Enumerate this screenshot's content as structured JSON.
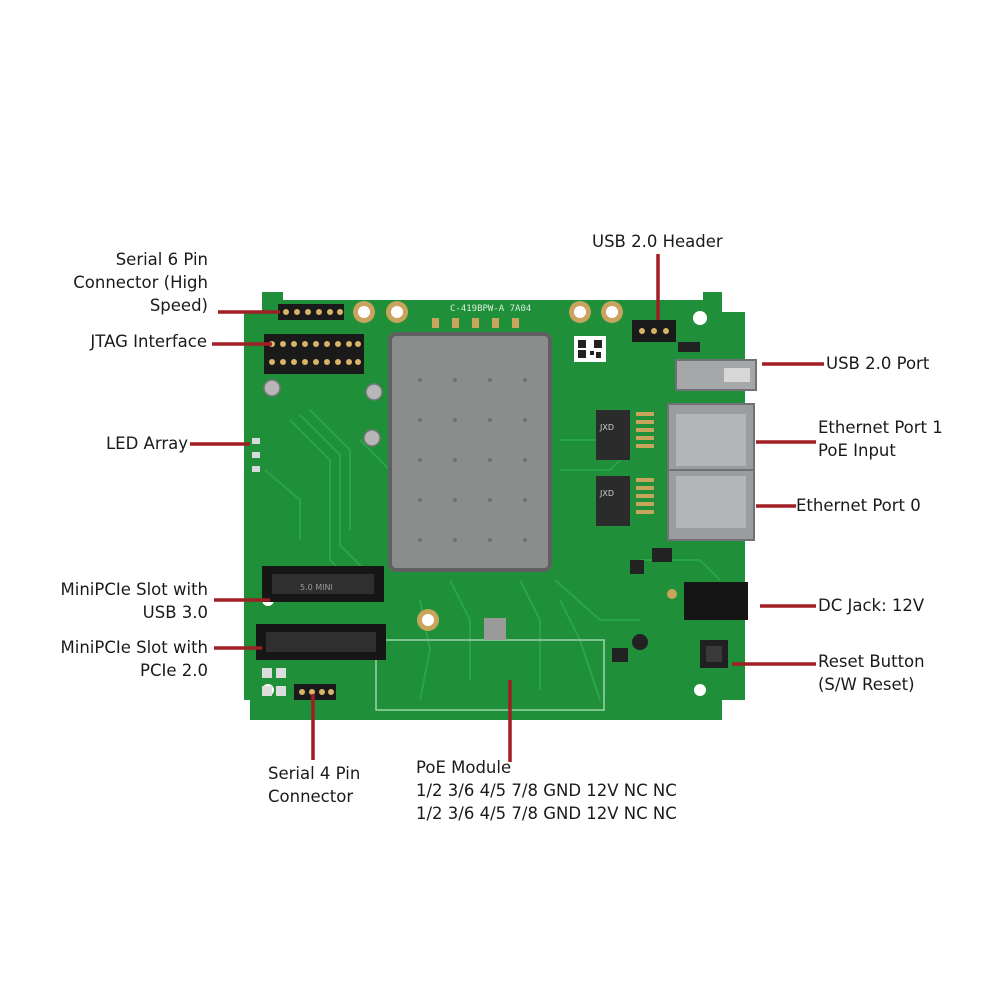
{
  "board": {
    "silkscreen": "C-419BPW-A 7A04",
    "chip_marking": "JXD",
    "connector_marking": "5.0 MINI"
  },
  "colors": {
    "pcb": "#1f8f3a",
    "pcb_dark": "#15702c",
    "trace": "#2aa84a",
    "shield": "#8b8d8c",
    "leader": "#a01e24",
    "label_text": "#1a1a1a"
  },
  "labels": {
    "serial6": [
      "Serial 6 Pin",
      "Connector (High",
      "Speed)"
    ],
    "jtag": "JTAG Interface",
    "led": "LED Array",
    "minipcie_usb3": [
      "MiniPCIe Slot with",
      "USB 3.0"
    ],
    "minipcie_pcie2": [
      "MiniPCIe Slot with",
      "PCIe 2.0"
    ],
    "serial4": [
      "Serial 4 Pin",
      "Connector"
    ],
    "poe": [
      "PoE Module",
      "1/2 3/6 4/5 7/8 GND 12V NC NC",
      "1/2 3/6 4/5 7/8 GND 12V NC NC"
    ],
    "usb2_header": "USB 2.0 Header",
    "usb2_port": "USB 2.0 Port",
    "eth1": [
      "Ethernet Port 1",
      "PoE Input"
    ],
    "eth0": "Ethernet Port 0",
    "dc_jack": "DC Jack: 12V",
    "reset": [
      "Reset Button",
      "(S/W Reset)"
    ]
  }
}
